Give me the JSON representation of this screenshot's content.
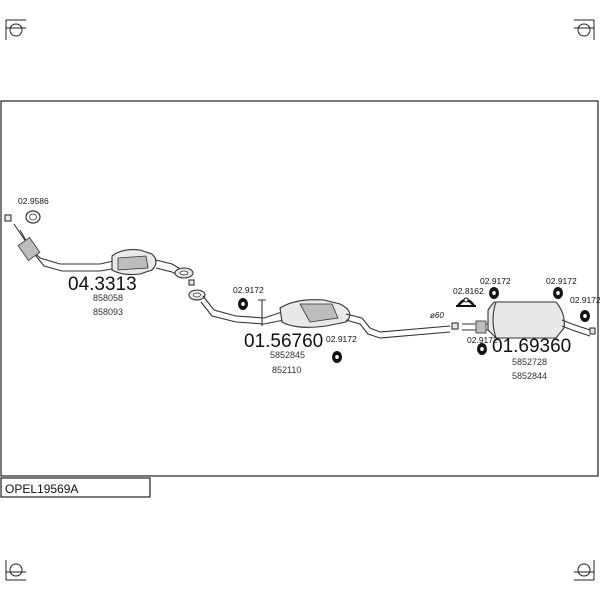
{
  "diagram": {
    "model_code": "OPEL19569A",
    "diameter_label": "ø60",
    "parts": [
      {
        "code": "04.3313",
        "refs": [
          "858058",
          "858093"
        ]
      },
      {
        "code": "01.56760",
        "refs": [
          "5852845",
          "852110"
        ]
      },
      {
        "code": "01.69360",
        "refs": [
          "5852728",
          "5852844"
        ]
      }
    ],
    "accessories": {
      "gasket_front": "02.9586",
      "hanger_a": "02.9172",
      "hanger_b": "02.9172",
      "clamp": "02.8162",
      "hanger_c": "02.9172",
      "hanger_d": "02.9172",
      "hanger_e": "02.9172",
      "hanger_f": "02.9172"
    }
  }
}
